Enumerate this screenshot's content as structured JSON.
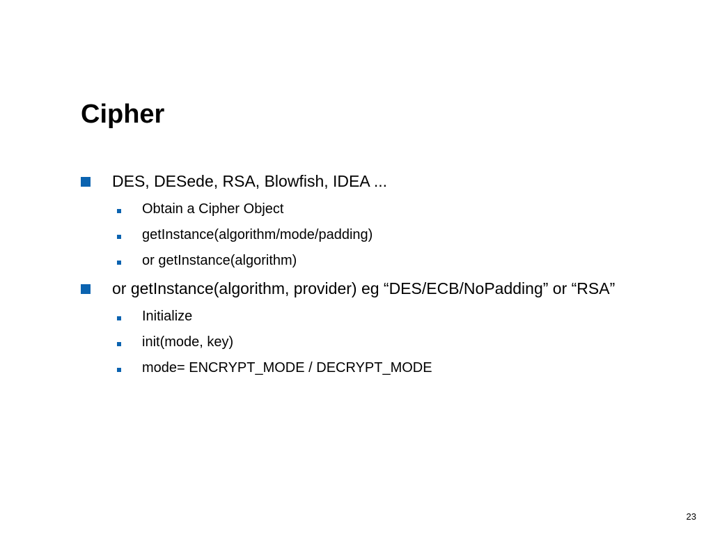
{
  "slide": {
    "title": "Cipher",
    "bullets": [
      {
        "text": "DES, DESede, RSA, Blowfish, IDEA ...",
        "children": [
          "Obtain a Cipher Object",
          "getInstance(algorithm/mode/padding)",
          "or getInstance(algorithm)"
        ]
      },
      {
        "text": "or getInstance(algorithm, provider) eg “DES/ECB/NoPadding” or “RSA”",
        "children": [
          "Initialize",
          "init(mode, key)",
          "mode= ENCRYPT_MODE / DECRYPT_MODE"
        ]
      }
    ],
    "page_number": "23"
  },
  "colors": {
    "bullet_marker": "#0b63b0",
    "text": "#000000",
    "background": "#ffffff"
  }
}
